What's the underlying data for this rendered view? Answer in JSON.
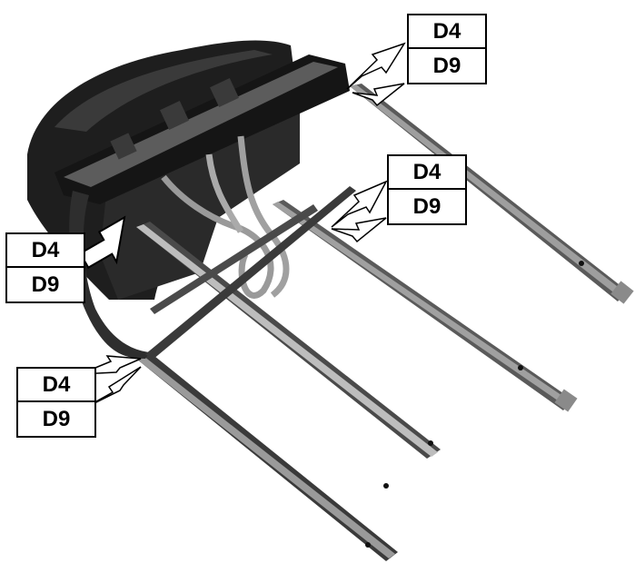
{
  "image": {
    "description_tag": "seat-frame-assembly-photo",
    "colors": {
      "background": "#ffffff",
      "frame_steel": "#4a4a4a",
      "frame_highlight": "#bdbdbd",
      "seat_body": "#1e1e1e",
      "label_text": "#000000"
    }
  },
  "callouts": [
    {
      "top": "D4",
      "bottom": "D9"
    },
    {
      "top": "D4",
      "bottom": "D9"
    },
    {
      "top": "D4",
      "bottom": "D9"
    },
    {
      "top": "D4",
      "bottom": "D9"
    }
  ]
}
